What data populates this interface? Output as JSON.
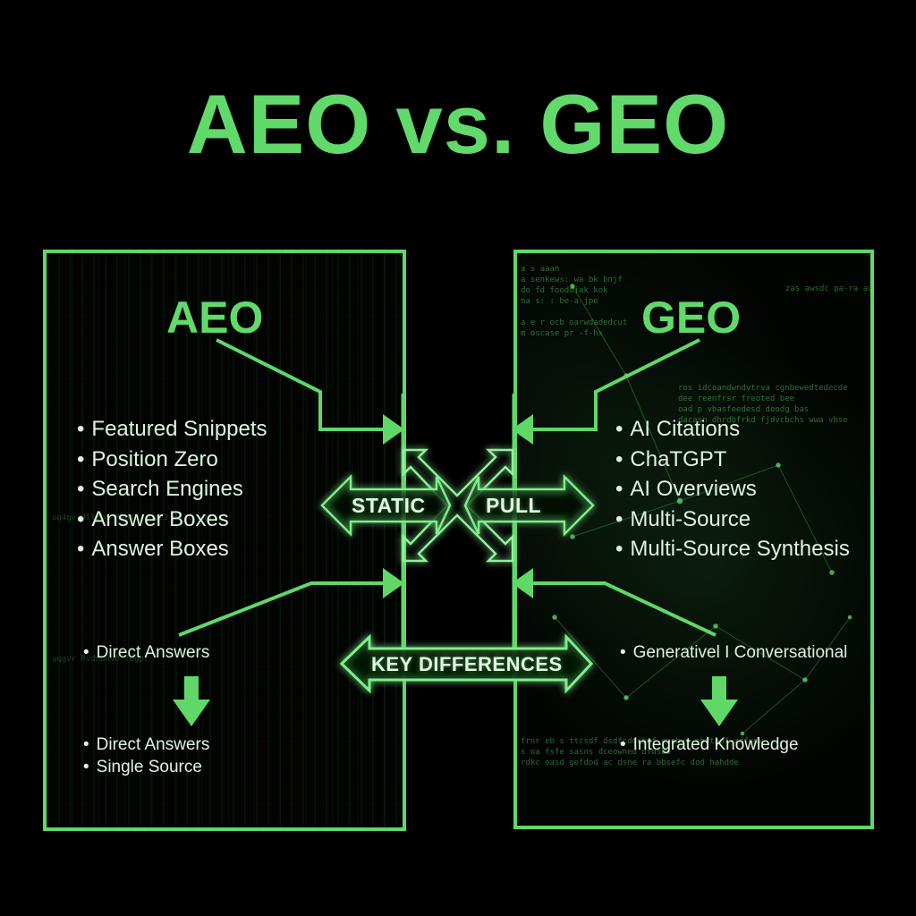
{
  "title": "AEO vs. GEO",
  "colors": {
    "background": "#000000",
    "accent_green": "#5fd868",
    "title_green": "#62d96b",
    "body_text": "#dff3e0"
  },
  "left_panel": {
    "heading": "AEO",
    "features": [
      "Featured Snippets",
      "Position Zero",
      "Search Engines",
      "Answer Boxes",
      "Answer Boxes"
    ],
    "flow_top": "Direct Answers",
    "flow_arrow_icon": "arrow-down-icon",
    "flow_results": [
      "Direct Answers",
      "Single Source"
    ],
    "background_texture": "matrix-code-rain"
  },
  "right_panel": {
    "heading": "GEO",
    "features": [
      "AI Citations",
      "ChaTGPT",
      "AI Overviews",
      "Multi-Source",
      "Multi-Source Synthesis"
    ],
    "flow_top": "Generativel I Conversational",
    "flow_arrow_icon": "arrow-down-icon",
    "flow_results": [
      "Integrated Knowledge"
    ],
    "background_texture": "network-node-graph"
  },
  "center": {
    "left_arrow_label": "STATIC",
    "right_arrow_label": "PULL",
    "bottom_arrow_label": "KEY DIFFERENCES",
    "divider": "vertical-glow-line",
    "cross_icon": "crossed-arrows-icon"
  }
}
